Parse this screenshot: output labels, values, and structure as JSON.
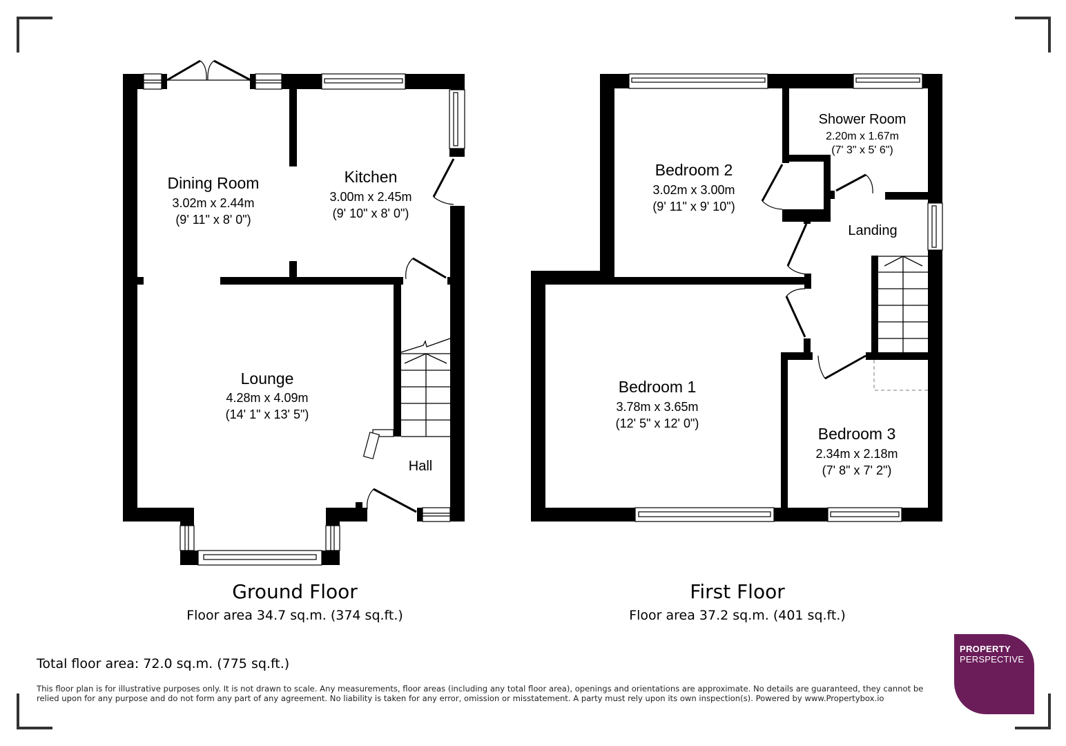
{
  "ground_floor": {
    "title": "Ground Floor",
    "area": "Floor area 34.7 sq.m. (374 sq.ft.)",
    "rooms": [
      {
        "name": "Dining Room",
        "metric": "3.02m x 2.44m",
        "imperial": "(9' 11\" x 8' 0\")"
      },
      {
        "name": "Kitchen",
        "metric": "3.00m x 2.45m",
        "imperial": "(9' 10\" x 8' 0\")"
      },
      {
        "name": "Lounge",
        "metric": "4.28m x 4.09m",
        "imperial": "(14' 1\" x 13' 5\")"
      },
      {
        "name": "Hall"
      }
    ]
  },
  "first_floor": {
    "title": "First Floor",
    "area": "Floor area 37.2 sq.m. (401 sq.ft.)",
    "rooms": [
      {
        "name": "Bedroom 2",
        "metric": "3.02m x 3.00m",
        "imperial": "(9' 11\" x 9' 10\")"
      },
      {
        "name": "Shower Room",
        "metric": "2.20m x 1.67m",
        "imperial": "(7' 3\" x 5' 6\")"
      },
      {
        "name": "Landing"
      },
      {
        "name": "Bedroom 1",
        "metric": "3.78m x 3.65m",
        "imperial": "(12' 5\" x 12' 0\")"
      },
      {
        "name": "Bedroom 3",
        "metric": "2.34m x 2.18m",
        "imperial": "(7' 8\" x 7' 2\")"
      }
    ]
  },
  "total_area": "Total floor area: 72.0 sq.m. (775 sq.ft.)",
  "disclaimer": "This floor plan is for illustrative purposes only. It is not drawn to scale. Any measurements, floor areas (including any total floor area), openings and orientations are approximate. No details are guaranteed, they cannot be relied upon for any purpose and do not form any part of any agreement. No liability is taken for any error, omission or misstatement. A party must rely upon its own inspection(s). Powered by www.Propertybox.io",
  "logo": {
    "line1": "PROPERTY",
    "line2": "PERSPECTIVE",
    "color": "#6b1d5a"
  },
  "colors": {
    "wall": "#000000",
    "background": "#ffffff",
    "corner_marks": "#333333"
  }
}
